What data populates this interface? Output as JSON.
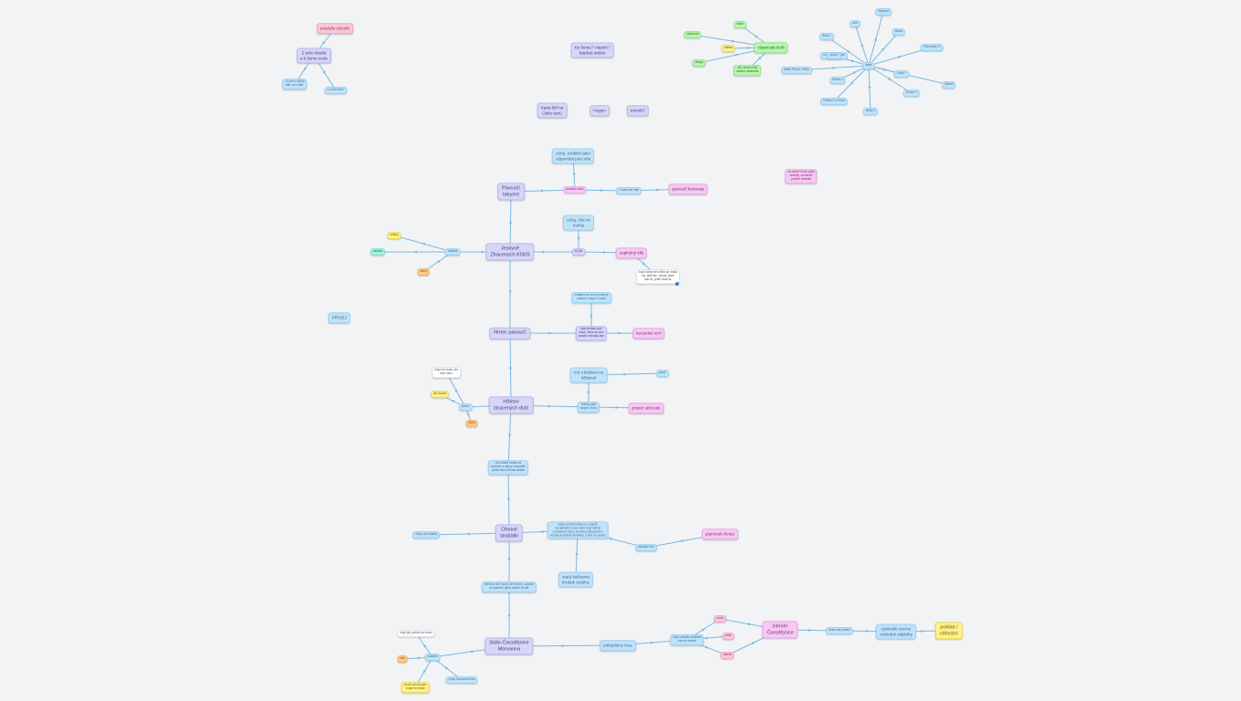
{
  "colors": {
    "background": "#f1f3f5",
    "edge": "#7cb9e0",
    "blue": "#bfe3fb",
    "purple": "#d6d6f7",
    "pink": "#f6c9f3",
    "green": "#b9f5b0",
    "yellow": "#fff28a",
    "orange": "#ffc98a"
  },
  "diagram": {
    "type": "mind-map",
    "nodes": [
      {
        "id": "pravidla",
        "label": "pravidla vytvořit",
        "color": "rose",
        "size": "mid"
      },
      {
        "id": "jakbrani",
        "label": "Z toho hledat\na k čemu vede",
        "color": "purple",
        "size": "mid"
      },
      {
        "id": "l1a",
        "label": "Co se tu mohlo\nstát, a co dál?",
        "color": "blue",
        "size": "small"
      },
      {
        "id": "l1b",
        "label": "Co dál bude?",
        "color": "blue",
        "size": "small"
      },
      {
        "id": "ctenari",
        "label": "Ke čemu? Vlastní /\nfalešné stéblo",
        "color": "purple",
        "size": "mid"
      },
      {
        "id": "karta",
        "label": "Karta lidí na\n(Jako tam)",
        "color": "purple",
        "size": "mid"
      },
      {
        "id": "hugen",
        "label": "Hugen",
        "color": "purple",
        "size": "mid"
      },
      {
        "id": "tomo",
        "label": "tomoši?",
        "color": "purple",
        "size": "mid"
      },
      {
        "id": "zaklad",
        "label": "základ",
        "color": "yellow",
        "size": "small"
      },
      {
        "id": "g1",
        "label": "vlastnosti",
        "color": "green",
        "size": "small"
      },
      {
        "id": "g2",
        "label": "koule",
        "color": "green",
        "size": "small"
      },
      {
        "id": "g3",
        "label": "vlastnosti tvoří",
        "color": "green",
        "size": "mid"
      },
      {
        "id": "g4",
        "label": "vstupy",
        "color": "green",
        "size": "small"
      },
      {
        "id": "g5",
        "label": "ale, nemusí být\nvlastně vlastnosti",
        "color": "green",
        "size": "small"
      },
      {
        "id": "hub",
        "label": "tajné",
        "color": "blue",
        "size": "small"
      },
      {
        "id": "s1",
        "label": "Bitva 1",
        "color": "blue",
        "size": "small"
      },
      {
        "id": "s2",
        "label": "svět",
        "color": "blue",
        "size": "small"
      },
      {
        "id": "s3",
        "label": "Stejnost",
        "color": "blue",
        "size": "small"
      },
      {
        "id": "s4",
        "label": "Barva",
        "color": "blue",
        "size": "small"
      },
      {
        "id": "s5",
        "label": "Podmínka 12",
        "color": "blue",
        "size": "small"
      },
      {
        "id": "s6",
        "label": "Návrat",
        "color": "blue",
        "size": "small"
      },
      {
        "id": "s7",
        "label": "Místo Pevné / Něco",
        "color": "blue",
        "size": "small"
      },
      {
        "id": "s8",
        "label": "Cesta ?",
        "color": "blue",
        "size": "small"
      },
      {
        "id": "s9",
        "label": "Kouzlo 7",
        "color": "blue",
        "size": "small"
      },
      {
        "id": "s10",
        "label": "Mince 4",
        "color": "blue",
        "size": "small"
      },
      {
        "id": "s11",
        "label": "Poklad 2 x mince",
        "color": "blue",
        "size": "small"
      },
      {
        "id": "s12",
        "label": "střely 3",
        "color": "blue",
        "size": "small"
      },
      {
        "id": "s13",
        "label": "Cesta cesty lesní",
        "color": "blue",
        "size": "small"
      },
      {
        "id": "s14",
        "label": "vstup 2",
        "color": "blue",
        "size": "small"
      },
      {
        "id": "pinknote",
        "label": "na každé hraní výdej\nstránky, na každé\nprostor obrázek",
        "color": "pink",
        "size": "small"
      },
      {
        "id": "labyrint",
        "label": "Pavoučí\nlabyrint",
        "color": "purple",
        "size": "big"
      },
      {
        "id": "prastar",
        "label": "prastaré sídlo",
        "color": "pink",
        "size": "small"
      },
      {
        "id": "labtop",
        "label": "zdroj, zvláštní jako\nodpovídat jako síla",
        "color": "blue",
        "size": "mid"
      },
      {
        "id": "labright",
        "label": "V hraně se boje",
        "color": "blue",
        "size": "small"
      },
      {
        "id": "pavouci",
        "label": "pavoučí komnata",
        "color": "pink",
        "size": "mid"
      },
      {
        "id": "jeskyne",
        "label": "Jeskyně\nZtracených Křišťů",
        "color": "purple",
        "size": "big"
      },
      {
        "id": "jtop",
        "label": "zdroj, síla ne\nmohla",
        "color": "blue",
        "size": "mid"
      },
      {
        "id": "jmid",
        "label": "co jde",
        "color": "purple",
        "size": "small"
      },
      {
        "id": "zaplny",
        "label": "zaplněný klik",
        "color": "pink",
        "size": "mid"
      },
      {
        "id": "note1",
        "label": "když dobrý se světla do místa\nda, také ale, pokud, jestli\nkde se, ještě však do",
        "color": "white",
        "size": "small"
      },
      {
        "id": "zacatek",
        "label": "začátek",
        "color": "blue",
        "size": "small"
      },
      {
        "id": "zy",
        "label": "svátky",
        "color": "yellow",
        "size": "small"
      },
      {
        "id": "zt",
        "label": "zásoba",
        "color": "teal",
        "size": "small"
      },
      {
        "id": "zo",
        "label": "oheň",
        "color": "orange",
        "size": "small"
      },
      {
        "id": "pridej",
        "label": "PŘIDEJ",
        "color": "blue",
        "size": "mid"
      },
      {
        "id": "hrnec",
        "label": "Hrnec pavoučí",
        "color": "purple",
        "size": "big"
      },
      {
        "id": "htop",
        "label": "Vzdálení se za to hodně je\nnahoře a když to bude",
        "color": "blue",
        "size": "small"
      },
      {
        "id": "hmid",
        "label": "kde ta baba pod\nsvým, která se tam\nprostě rozhodla tam",
        "color": "purple",
        "size": "small"
      },
      {
        "id": "kouzelne",
        "label": "kouzelné zrní",
        "color": "pink",
        "size": "mid"
      },
      {
        "id": "hrbitov",
        "label": "Hřbitov\nztracených duší",
        "color": "purple",
        "size": "big"
      },
      {
        "id": "htop2",
        "label": "rod s kletbou na\nhřbitově",
        "color": "blue",
        "size": "mid"
      },
      {
        "id": "hsm",
        "label": "jasné",
        "color": "blue",
        "size": "small"
      },
      {
        "id": "hmid2",
        "label": "hrobky plné\nzlatých minci",
        "color": "blue",
        "size": "small"
      },
      {
        "id": "prsten",
        "label": "prsten věčnosti",
        "color": "pink",
        "size": "mid"
      },
      {
        "id": "konec",
        "label": "konec",
        "color": "blue",
        "size": "small"
      },
      {
        "id": "note2",
        "label": "když do hrobu obr\nsvět nebo",
        "color": "white",
        "size": "small"
      },
      {
        "id": "ky",
        "label": "klíč ducha",
        "color": "yellow",
        "size": "small"
      },
      {
        "id": "ko",
        "label": "oheň",
        "color": "orange",
        "size": "small"
      },
      {
        "id": "between",
        "label": "Až budete hodně za\nduchem a nejsou nazpátek\npořád mezi oběma strážci",
        "color": "blue",
        "size": "small"
      },
      {
        "id": "ohnive",
        "label": "Ohnivé\nstrašidlo",
        "color": "purple",
        "size": "big"
      },
      {
        "id": "obox",
        "label": "Když se hráči ocitnou u stupňů\nna náměstí a vidí, které mají vybrat\nrozhodnutí, tak je vhodné postupovat a\nnechat je dojít ke strašidlu, a tam ho použít",
        "color": "blue",
        "size": "small"
      },
      {
        "id": "oleft",
        "label": "Vstup do chrámu",
        "color": "blue",
        "size": "small"
      },
      {
        "id": "obottom",
        "label": "stará knihovna\nhrobek strážce",
        "color": "blue",
        "size": "mid"
      },
      {
        "id": "oright",
        "label": "stávající věc",
        "color": "blue",
        "size": "small"
      },
      {
        "id": "plamen",
        "label": "plamínek života",
        "color": "pink",
        "size": "mid"
      },
      {
        "id": "below",
        "label": "Měla by mít i pocit, že nechce, protože\nje spatná v jejím dalším životě",
        "color": "blue",
        "size": "small"
      },
      {
        "id": "sidlo",
        "label": "Sídlo Čarodějnice\nMorvanna",
        "color": "purple",
        "size": "big"
      },
      {
        "id": "sleft",
        "label": "začátek",
        "color": "blue",
        "size": "small"
      },
      {
        "id": "snote",
        "label": "když její pohled na chatu",
        "color": "white",
        "size": "small"
      },
      {
        "id": "sorange",
        "label": "zde",
        "color": "orange",
        "size": "small"
      },
      {
        "id": "sy1",
        "label": "slouží pouze jako\nvstup do místa",
        "color": "yellow",
        "size": "small"
      },
      {
        "id": "sb",
        "label": "vstup do kouzel lesa",
        "color": "blue",
        "size": "small"
      },
      {
        "id": "poklad",
        "label": "pokladnice lesa",
        "color": "blue",
        "size": "mid"
      },
      {
        "id": "pmid",
        "label": "Když získáte výsledek\nmocné zbraně",
        "color": "blue",
        "size": "small"
      },
      {
        "id": "ps1",
        "label": "cesta",
        "color": "rose",
        "size": "small"
      },
      {
        "id": "ps2",
        "label": "sídlo",
        "color": "rose",
        "size": "small"
      },
      {
        "id": "ps3",
        "label": "zámek",
        "color": "rose",
        "size": "small"
      },
      {
        "id": "interier",
        "label": "Interiér\nČarodějnice",
        "color": "pink",
        "size": "big"
      },
      {
        "id": "knihovna",
        "label": "Knihovna prostor",
        "color": "blue",
        "size": "small"
      },
      {
        "id": "vysledek",
        "label": "výsledek vezme\nvýsledek zápletky",
        "color": "blue",
        "size": "mid"
      },
      {
        "id": "poklad2",
        "label": "poklad /\nvítězství",
        "color": "yellow",
        "size": "big"
      }
    ]
  }
}
